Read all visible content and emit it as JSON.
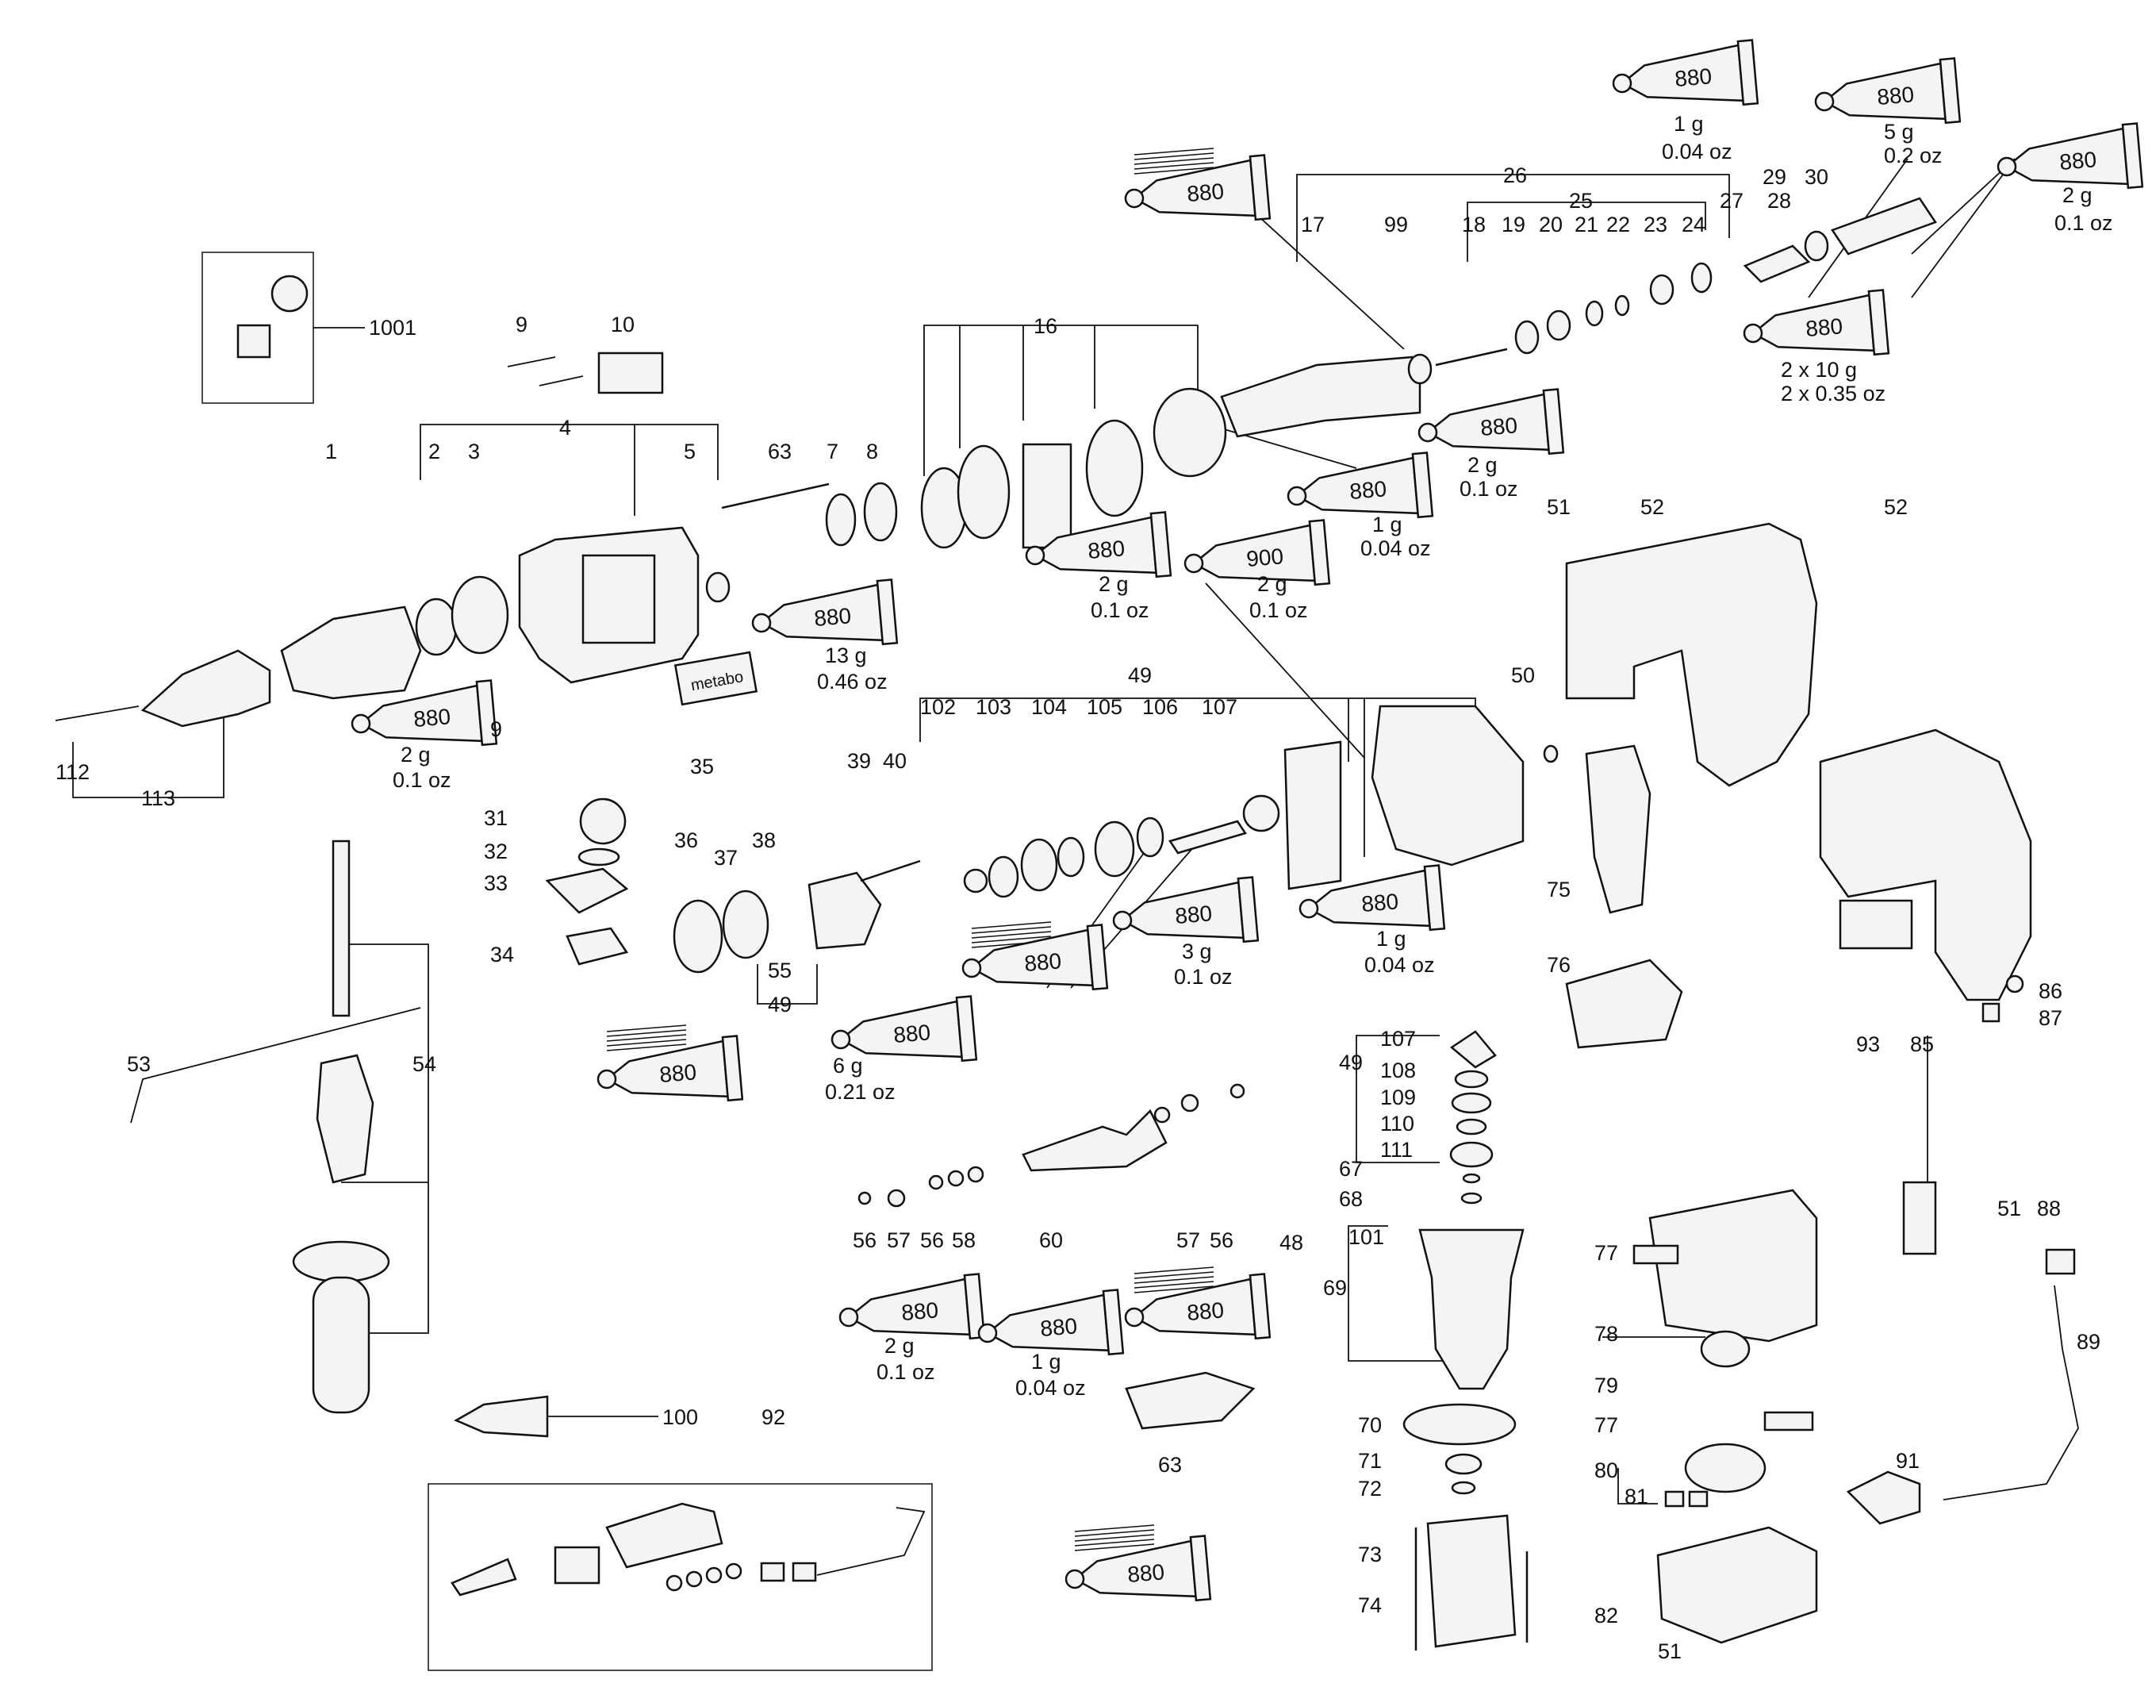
{
  "brand_label": "metabo",
  "labels": [
    "1",
    "2",
    "3",
    "4",
    "5",
    "7",
    "8",
    "9",
    "9",
    "10",
    "16",
    "17",
    "18",
    "19",
    "20",
    "21",
    "22",
    "23",
    "24",
    "25",
    "26",
    "27",
    "28",
    "29",
    "30",
    "31",
    "32",
    "33",
    "34",
    "35",
    "36",
    "37",
    "38",
    "39",
    "40",
    "48",
    "49",
    "49",
    "49",
    "50",
    "51",
    "51",
    "51",
    "52",
    "52",
    "53",
    "54",
    "55",
    "56",
    "56",
    "56",
    "57",
    "57",
    "58",
    "60",
    "63",
    "63",
    "67",
    "68",
    "69",
    "70",
    "71",
    "72",
    "73",
    "74",
    "75",
    "76",
    "77",
    "77",
    "78",
    "79",
    "80",
    "81",
    "82",
    "85",
    "86",
    "87",
    "88",
    "89",
    "91",
    "92",
    "93",
    "99",
    "100",
    "101",
    "102",
    "103",
    "104",
    "105",
    "106",
    "107",
    "107",
    "108",
    "109",
    "110",
    "111",
    "112",
    "113",
    "1001"
  ],
  "lubricant_tubes": [
    {
      "code": "880",
      "amount": "1 g",
      "amount_oz": "0.04 oz"
    },
    {
      "code": "880",
      "amount": "5 g",
      "amount_oz": "0.2 oz"
    },
    {
      "code": "880",
      "amount": "2 g",
      "amount_oz": "0.1 oz"
    },
    {
      "code": "880",
      "amount": "",
      "amount_oz": ""
    },
    {
      "code": "880",
      "amount": "2 x 10 g",
      "amount_oz": "2 x 0.35 oz"
    },
    {
      "code": "880",
      "amount": "2 g",
      "amount_oz": "0.1 oz"
    },
    {
      "code": "880",
      "amount": "1 g",
      "amount_oz": "0.04 oz"
    },
    {
      "code": "880",
      "amount": "2 g",
      "amount_oz": "0.1 oz"
    },
    {
      "code": "900",
      "amount": "2 g",
      "amount_oz": "0.1 oz"
    },
    {
      "code": "880",
      "amount": "13 g",
      "amount_oz": "0.46 oz"
    },
    {
      "code": "880",
      "amount": "2 g",
      "amount_oz": "0.1 oz"
    },
    {
      "code": "880",
      "amount": "3 g",
      "amount_oz": "0.1 oz"
    },
    {
      "code": "880",
      "amount": "1 g",
      "amount_oz": "0.04 oz"
    },
    {
      "code": "880",
      "amount": "",
      "amount_oz": ""
    },
    {
      "code": "880",
      "amount": "",
      "amount_oz": ""
    },
    {
      "code": "880",
      "amount": "6 g",
      "amount_oz": "0.21 oz"
    },
    {
      "code": "880",
      "amount": "2 g",
      "amount_oz": "0.1 oz"
    },
    {
      "code": "880",
      "amount": "1 g",
      "amount_oz": "0.04 oz"
    },
    {
      "code": "880",
      "amount": "",
      "amount_oz": ""
    },
    {
      "code": "880",
      "amount": "",
      "amount_oz": ""
    }
  ]
}
